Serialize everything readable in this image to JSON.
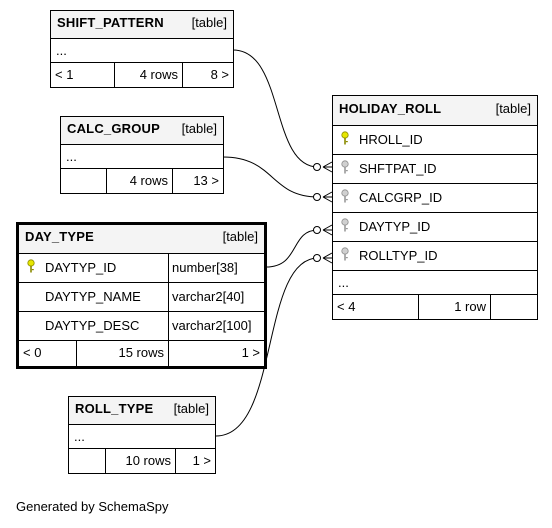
{
  "colors": {
    "primary_key": "#e6e600",
    "foreign_key": "#9a9a9a"
  },
  "tables": {
    "shift_pattern": {
      "name": "SHIFT_PATTERN",
      "type": "[table]",
      "more": "...",
      "prev": "< 1",
      "rows": "4 rows",
      "next": "8 >"
    },
    "calc_group": {
      "name": "CALC_GROUP",
      "type": "[table]",
      "more": "...",
      "prev": "",
      "rows": "4 rows",
      "next": "13 >"
    },
    "day_type": {
      "name": "DAY_TYPE",
      "type": "[table]",
      "columns": [
        {
          "name": "DAYTYP_ID",
          "type": "number[38]",
          "key": "primary-key-icon"
        },
        {
          "name": "DAYTYP_NAME",
          "type": "varchar2[40]"
        },
        {
          "name": "DAYTYP_DESC",
          "type": "varchar2[100]"
        }
      ],
      "prev": "< 0",
      "rows": "15 rows",
      "next": "1 >"
    },
    "roll_type": {
      "name": "ROLL_TYPE",
      "type": "[table]",
      "more": "...",
      "prev": "",
      "rows": "10 rows",
      "next": "1 >"
    },
    "holiday_roll": {
      "name": "HOLIDAY_ROLL",
      "type": "[table]",
      "columns": [
        {
          "name": "HROLL_ID",
          "key": "primary-key-icon"
        },
        {
          "name": "SHFTPAT_ID",
          "key": "foreign-key-icon"
        },
        {
          "name": "CALCGRP_ID",
          "key": "foreign-key-icon"
        },
        {
          "name": "DAYTYP_ID",
          "key": "foreign-key-icon"
        },
        {
          "name": "ROLLTYP_ID",
          "key": "foreign-key-icon"
        }
      ],
      "more": "...",
      "prev": "< 4",
      "rows": "1 row",
      "next": ""
    }
  },
  "footer": "Generated by SchemaSpy"
}
